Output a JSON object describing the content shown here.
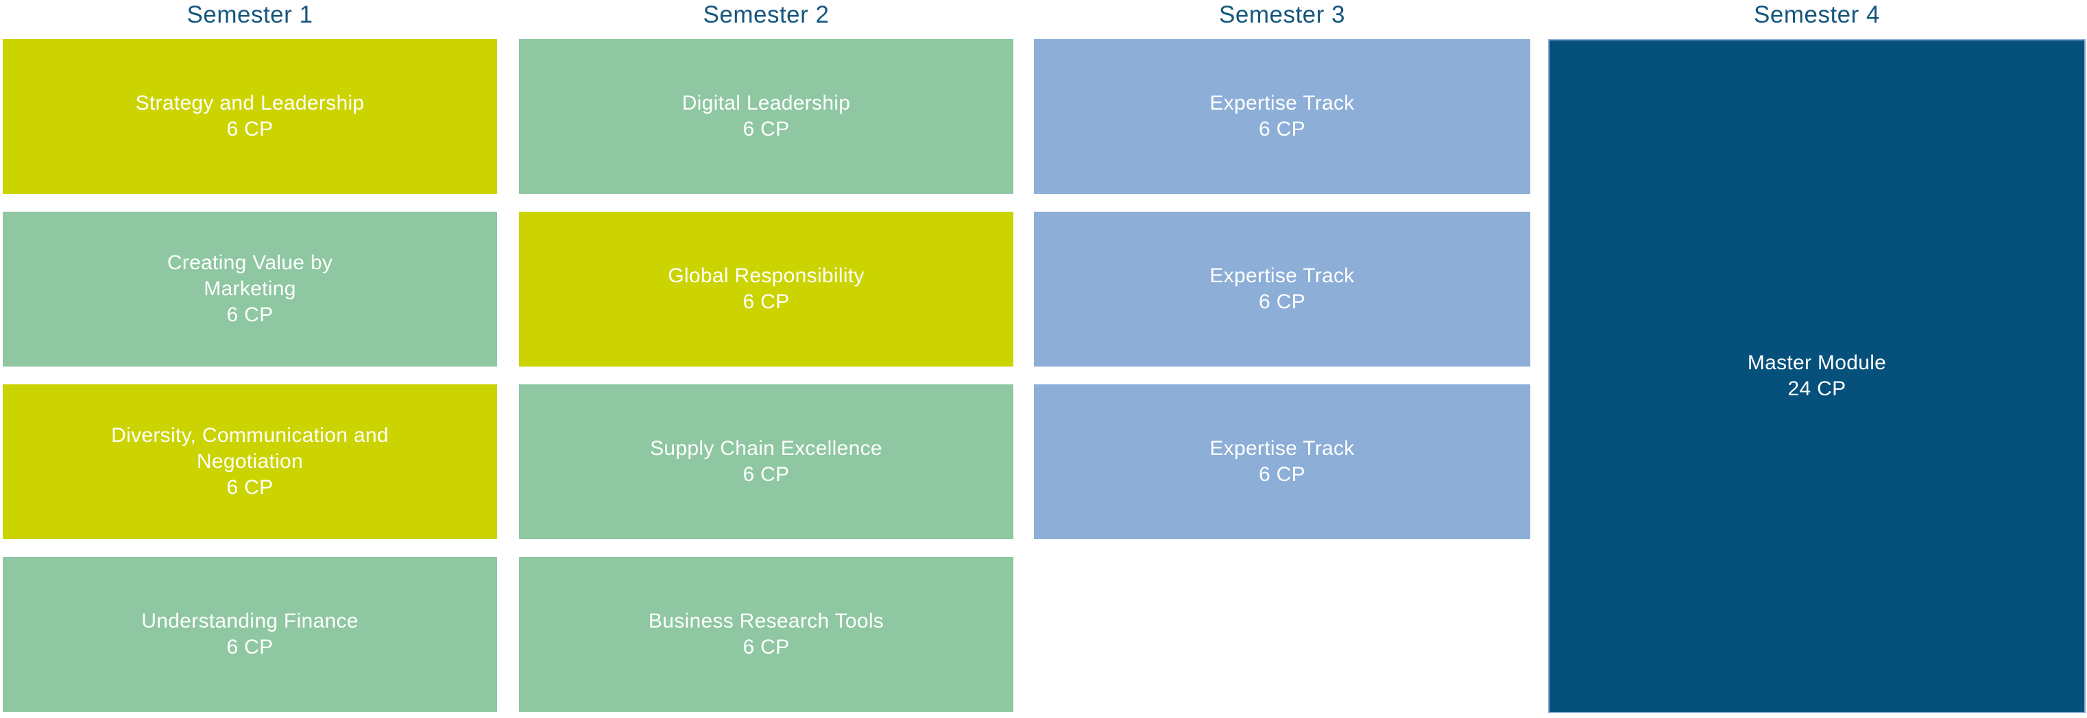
{
  "palette": {
    "background": "#ffffff",
    "header_text": "#15567d",
    "block_text": "#ffffff",
    "yellow": "#cbd300",
    "green": "#8ec7a1",
    "blue": "#8caed7",
    "dark_blue": "#06507c",
    "master_border": "#8caed7"
  },
  "columns": [
    {
      "header": "Semester 1",
      "modules": [
        {
          "title": "Strategy and Leadership",
          "credits": "6 CP",
          "color": "yellow"
        },
        {
          "title": "Creating Value by\nMarketing",
          "credits": "6 CP",
          "color": "green"
        },
        {
          "title": "Diversity, Communication and\nNegotiation",
          "credits": "6 CP",
          "color": "yellow"
        },
        {
          "title": "Understanding Finance",
          "credits": "6 CP",
          "color": "green"
        }
      ]
    },
    {
      "header": "Semester 2",
      "modules": [
        {
          "title": "Digital Leadership",
          "credits": "6 CP",
          "color": "green"
        },
        {
          "title": "Global Responsibility",
          "credits": "6 CP",
          "color": "yellow"
        },
        {
          "title": "Supply Chain Excellence",
          "credits": "6 CP",
          "color": "green"
        },
        {
          "title": "Business Research Tools",
          "credits": "6 CP",
          "color": "green"
        }
      ]
    },
    {
      "header": "Semester 3",
      "modules": [
        {
          "title": "Expertise Track",
          "credits": "6 CP",
          "color": "blue"
        },
        {
          "title": "Expertise Track",
          "credits": "6 CP",
          "color": "blue"
        },
        {
          "title": "Expertise Track",
          "credits": "6 CP",
          "color": "blue"
        }
      ]
    },
    {
      "header": "Semester 4",
      "modules": [
        {
          "title": "Master Module",
          "credits": "24 CP",
          "color": "dark_blue"
        }
      ]
    }
  ]
}
